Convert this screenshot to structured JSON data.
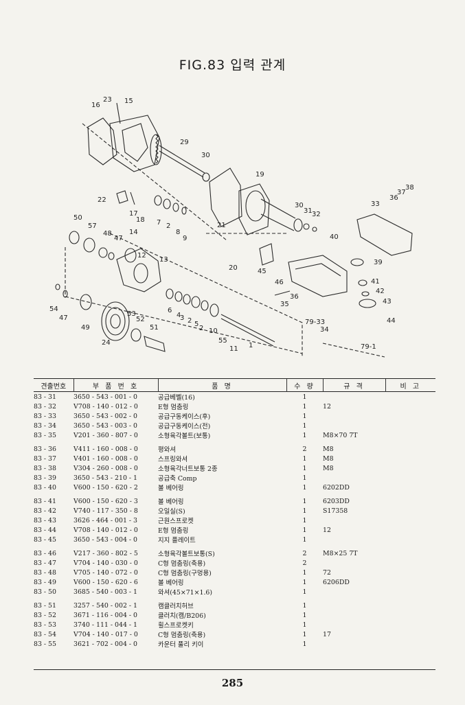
{
  "title": "FIG.83 입력 관계",
  "page_number": "285",
  "table": {
    "headers": [
      "견출번호",
      "부 품 번 호",
      "품 명",
      "수 량",
      "규 격",
      "비 고"
    ],
    "groups": [
      [
        {
          "no": "83 - 31",
          "pn": "3650 - 543 - 001 - 0",
          "name": "공급베벨(16)",
          "qty": "1",
          "spec": ""
        },
        {
          "no": "83 - 32",
          "pn": "V708 - 140 - 012 - 0",
          "name": "E형 멈춤링",
          "qty": "1",
          "spec": "12"
        },
        {
          "no": "83 - 33",
          "pn": "3650 - 543 - 002 - 0",
          "name": "공급구동케이스(후)",
          "qty": "1",
          "spec": ""
        },
        {
          "no": "83 - 34",
          "pn": "3650 - 543 - 003 - 0",
          "name": "공급구동케이스(전)",
          "qty": "1",
          "spec": ""
        },
        {
          "no": "83 - 35",
          "pn": "V201 - 360 - 807 - 0",
          "name": "소형육각볼트(보통)",
          "qty": "1",
          "spec": "M8×70 7T"
        }
      ],
      [
        {
          "no": "83 - 36",
          "pn": "V411 - 160 - 008 - 0",
          "name": "평와셔",
          "qty": "2",
          "spec": "M8"
        },
        {
          "no": "83 - 37",
          "pn": "V401 - 160 - 008 - 0",
          "name": "스프링와셔",
          "qty": "1",
          "spec": "M8"
        },
        {
          "no": "83 - 38",
          "pn": "V304 - 260 - 008 - 0",
          "name": "소형육각너트보통 2종",
          "qty": "1",
          "spec": "M8"
        },
        {
          "no": "83 - 39",
          "pn": "3650 - 543 - 210 - 1",
          "name": "공급축 Comp",
          "qty": "1",
          "spec": ""
        },
        {
          "no": "83 - 40",
          "pn": "V600 - 150 - 620 - 2",
          "name": "볼 베어링",
          "qty": "1",
          "spec": "6202DD"
        }
      ],
      [
        {
          "no": "83 - 41",
          "pn": "V600 - 150 - 620 - 3",
          "name": "볼 베어링",
          "qty": "1",
          "spec": "6203DD"
        },
        {
          "no": "83 - 42",
          "pn": "V740 - 117 - 350 - 8",
          "name": "오일실(S)",
          "qty": "1",
          "spec": "S17358"
        },
        {
          "no": "83 - 43",
          "pn": "3626 - 464 - 001 - 3",
          "name": "근원스프로켓",
          "qty": "1",
          "spec": ""
        },
        {
          "no": "83 - 44",
          "pn": "V708 - 140 - 012 - 0",
          "name": "E형 멈춤링",
          "qty": "1",
          "spec": "12"
        },
        {
          "no": "83 - 45",
          "pn": "3650 - 543 - 004 - 0",
          "name": "지지 플레이트",
          "qty": "1",
          "spec": ""
        }
      ],
      [
        {
          "no": "83 - 46",
          "pn": "V217 - 360 - 802 - 5",
          "name": "소형육각볼트보통(S)",
          "qty": "2",
          "spec": "M8×25 7T"
        },
        {
          "no": "83 - 47",
          "pn": "V704 - 140 - 030 - 0",
          "name": "C형 멈춤링(축용)",
          "qty": "2",
          "spec": ""
        },
        {
          "no": "83 - 48",
          "pn": "V705 - 140 - 072 - 0",
          "name": "C형 멈춤링(구멍용)",
          "qty": "1",
          "spec": "72"
        },
        {
          "no": "83 - 49",
          "pn": "V600 - 150 - 620 - 6",
          "name": "볼 베어링",
          "qty": "1",
          "spec": "6206DD"
        },
        {
          "no": "83 - 50",
          "pn": "3685 - 540 - 003 - 1",
          "name": "와셔(45×71×1.6)",
          "qty": "1",
          "spec": ""
        }
      ],
      [
        {
          "no": "83 - 51",
          "pn": "3257 - 540 - 002 - 1",
          "name": "캠클러치허브",
          "qty": "1",
          "spec": ""
        },
        {
          "no": "83 - 52",
          "pn": "3671 - 116 - 004 - 0",
          "name": "클러치(캠/B206)",
          "qty": "1",
          "spec": ""
        },
        {
          "no": "83 - 53",
          "pn": "3740 - 111 - 044 - 1",
          "name": "휠스프로켓키",
          "qty": "1",
          "spec": ""
        },
        {
          "no": "83 - 54",
          "pn": "V704 - 140 - 017 - 0",
          "name": "C형 멈춤링(축용)",
          "qty": "1",
          "spec": "17"
        },
        {
          "no": "83 - 55",
          "pn": "3621 - 702 - 004 - 0",
          "name": "카운터 풀리 키이",
          "qty": "1",
          "spec": ""
        }
      ]
    ]
  },
  "diagram_labels": [
    "16",
    "23",
    "15",
    "29",
    "30",
    "22",
    "17",
    "18",
    "7",
    "2",
    "8",
    "9",
    "21",
    "19",
    "30",
    "31",
    "32",
    "33",
    "36",
    "37",
    "38",
    "50",
    "57",
    "48",
    "47",
    "14",
    "12",
    "13",
    "20",
    "45",
    "46",
    "36",
    "35",
    "40",
    "39",
    "41",
    "42",
    "43",
    "44",
    "6",
    "4",
    "3",
    "2",
    "5",
    "2",
    "10",
    "55",
    "11",
    "1",
    "34",
    "79-33",
    "79-1",
    "54",
    "47",
    "49",
    "53",
    "52",
    "51",
    "24"
  ]
}
